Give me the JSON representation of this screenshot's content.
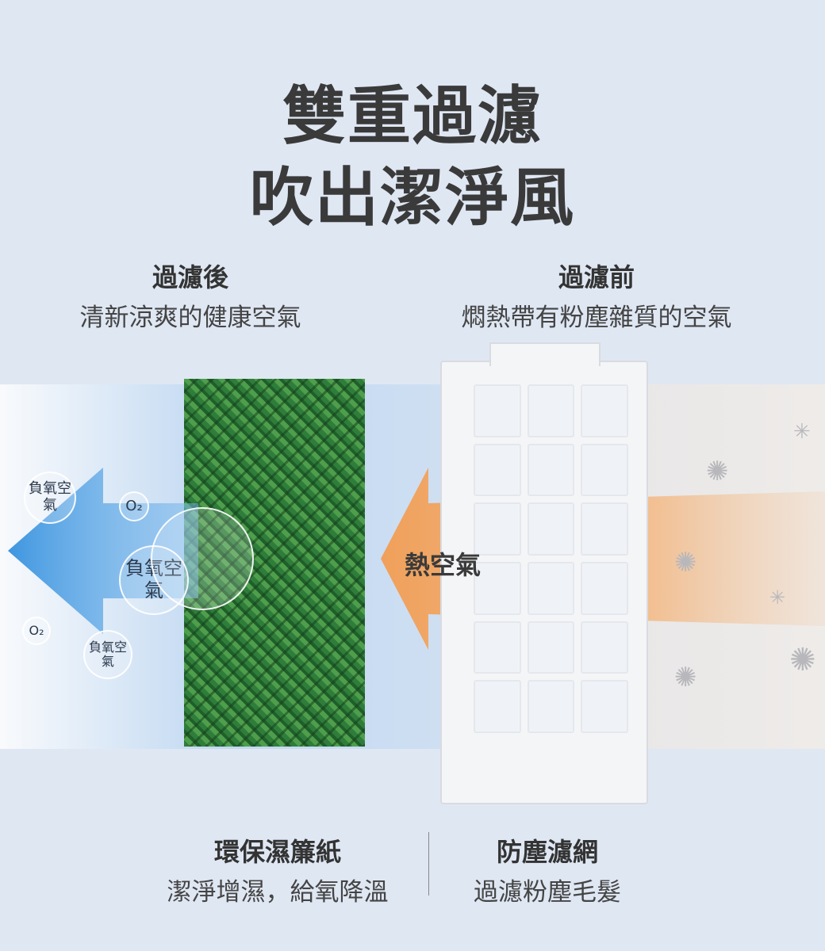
{
  "title": {
    "line1": "雙重過濾",
    "line2": "吹出潔淨風"
  },
  "after": {
    "heading": "過濾後",
    "desc": "清新涼爽的健康空氣"
  },
  "before": {
    "heading": "過濾前",
    "desc": "燜熱帶有粉塵雜質的空氣"
  },
  "arrow_label": "熱空氣",
  "bubbles": {
    "neg_air": "負氧空氣",
    "o2": "O₂"
  },
  "bottom": {
    "left": {
      "heading": "環保濕簾紙",
      "desc": "潔淨增濕，給氧降溫"
    },
    "right": {
      "heading": "防塵濾網",
      "desc": "過濾粉塵毛髮"
    }
  },
  "colors": {
    "background": "#dfe7f3",
    "orange": "#f0a460",
    "blue": "#4aa0e6",
    "green": "#3a8a40"
  }
}
